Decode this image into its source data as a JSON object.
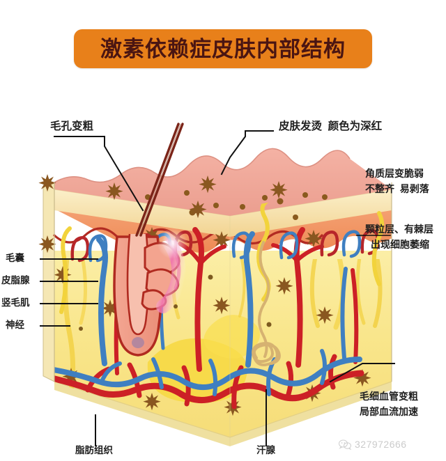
{
  "title": {
    "text": "激素依赖症皮肤内部结构"
  },
  "colors": {
    "title_pill": "#e8801a",
    "title_text": "#4a1512",
    "epidermis_pink": "#f0a99c",
    "stratum_corneum": "#f7e3b4",
    "dermis_orange": "#f0915e",
    "hypodermis_yellow": "#f6e06a",
    "artery_red": "#cc2026",
    "vein_blue": "#3f7fc1",
    "nerve_yellow": "#f2d33c",
    "hair_brown": "#7b2418",
    "spot_brown": "#8a5a1e",
    "leader_line": "#111111"
  },
  "callouts": {
    "pore": {
      "text": "毛孔变粗"
    },
    "skin_hot": {
      "text": "皮肤发烫  颜色为深红"
    },
    "stratum_corneum": {
      "line1": "角质层变脆弱",
      "line2": "不整齐  易剥落"
    },
    "granular_layer": {
      "line1": "颗粒层、有棘层",
      "line2": "出现细胞萎缩"
    },
    "capillary": {
      "line1": "毛细血管变粗",
      "line2": "局部血流加速"
    }
  },
  "left_labels": [
    {
      "id": "hair-follicle",
      "text": "毛囊"
    },
    {
      "id": "sebaceous-gland",
      "text": "皮脂腺"
    },
    {
      "id": "arrector-pili-muscle",
      "text": "竖毛肌"
    },
    {
      "id": "nerve",
      "text": "神经"
    }
  ],
  "bottom_labels": [
    {
      "id": "adipose-tissue",
      "text": "脂肪组织"
    },
    {
      "id": "sweat-gland",
      "text": "汗腺"
    }
  ],
  "watermark": {
    "icon": "wechat-icon",
    "text": "327972666"
  }
}
